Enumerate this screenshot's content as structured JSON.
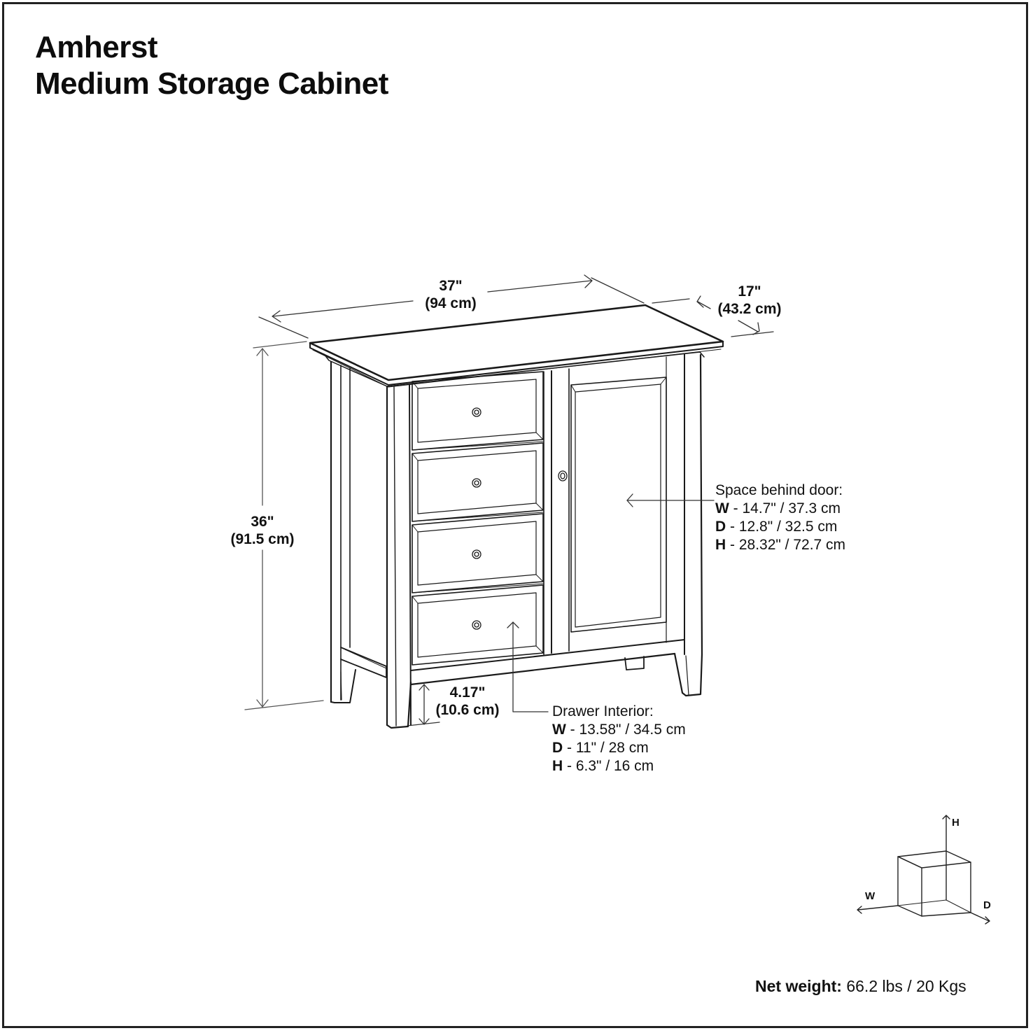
{
  "title": {
    "line1": "Amherst",
    "line2": "Medium Storage Cabinet"
  },
  "dimensions": {
    "width": {
      "in": "37\"",
      "cm": "(94 cm)"
    },
    "depth": {
      "in": "17\"",
      "cm": "(43.2 cm)"
    },
    "height": {
      "in": "36\"",
      "cm": "(91.5 cm)"
    },
    "leg_clearance": {
      "in": "4.17\"",
      "cm": "(10.6 cm)"
    }
  },
  "space_behind_door": {
    "heading": "Space behind door:",
    "rows": [
      {
        "key": "W",
        "value": " - 14.7\" / 37.3 cm"
      },
      {
        "key": "D",
        "value": " - 12.8\" / 32.5 cm"
      },
      {
        "key": "H",
        "value": " - 28.32\" / 72.7 cm"
      }
    ]
  },
  "drawer_interior": {
    "heading": "Drawer Interior:",
    "rows": [
      {
        "key": "W",
        "value": " - 13.58\" / 34.5 cm"
      },
      {
        "key": "D",
        "value": " - 11\" / 28 cm"
      },
      {
        "key": "H",
        "value": " - 6.3\" / 16 cm"
      }
    ]
  },
  "axis_legend": {
    "h": "H",
    "w": "W",
    "d": "D"
  },
  "net_weight": {
    "label": "Net weight:",
    "value": " 66.2 lbs / 20 Kgs"
  },
  "cabinet": {
    "drawer_count": 4,
    "door_count": 1,
    "line_color": "#1a1a1a"
  }
}
